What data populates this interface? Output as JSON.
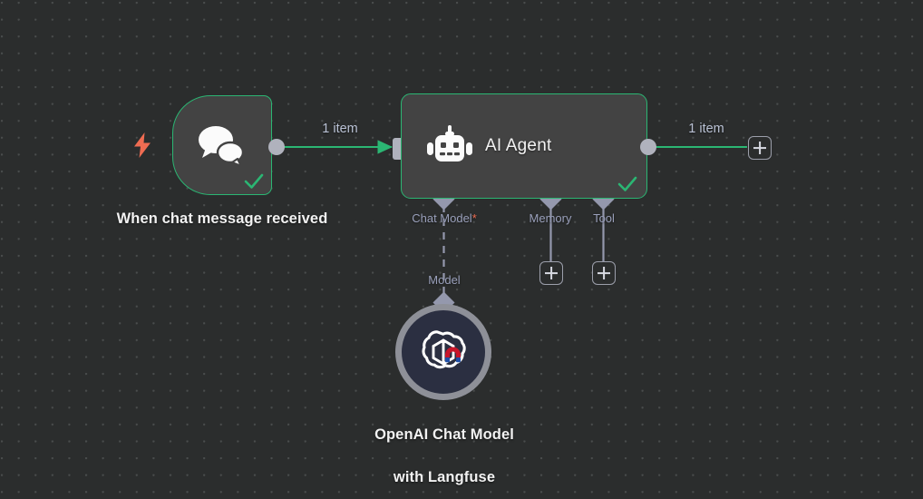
{
  "canvas": {
    "background_color": "#2b2d2d",
    "grid_dot_color": "#4a4d4d",
    "accent_success": "#2bb673",
    "accent_trigger": "#ef6c52",
    "port_color": "#b0b2bd",
    "label_color": "#9aa0bb"
  },
  "nodes": {
    "trigger": {
      "name": "When chat message received",
      "icon": "chat-bubbles-icon",
      "trigger_icon": "lightning-bolt-icon",
      "status_icon": "check-icon",
      "status": "success",
      "border_color": "#2bb673",
      "body_color": "#434343"
    },
    "agent": {
      "title": "AI Agent",
      "icon": "robot-icon",
      "status_icon": "check-icon",
      "status": "success",
      "border_color": "#2bb673",
      "body_color": "#434343",
      "sub_ports": [
        {
          "label": "Chat Model",
          "required": true,
          "required_marker": "*",
          "connected": true
        },
        {
          "label": "Memory",
          "required": false,
          "required_marker": "",
          "connected": false
        },
        {
          "label": "Tool",
          "required": false,
          "required_marker": "",
          "connected": false
        }
      ]
    },
    "openai": {
      "name": "OpenAI Chat Model with Langfuse",
      "name_line_1": "OpenAI Chat Model",
      "name_line_2": "with Langfuse",
      "icon": "openai-logo-icon",
      "badge_icon": "magnet-icon",
      "ring_color": "#8e9098",
      "body_color": "#2b2f41"
    }
  },
  "connections": {
    "trigger_to_agent": {
      "items_label": "1 item",
      "color": "#2bb673"
    },
    "agent_to_next": {
      "items_label": "1 item",
      "color": "#2bb673"
    },
    "model_to_agent": {
      "label": "Model",
      "style": "dashed",
      "color": "#9498ad"
    }
  },
  "buttons": {
    "add_main": "+",
    "add_memory": "+",
    "add_tool": "+"
  }
}
